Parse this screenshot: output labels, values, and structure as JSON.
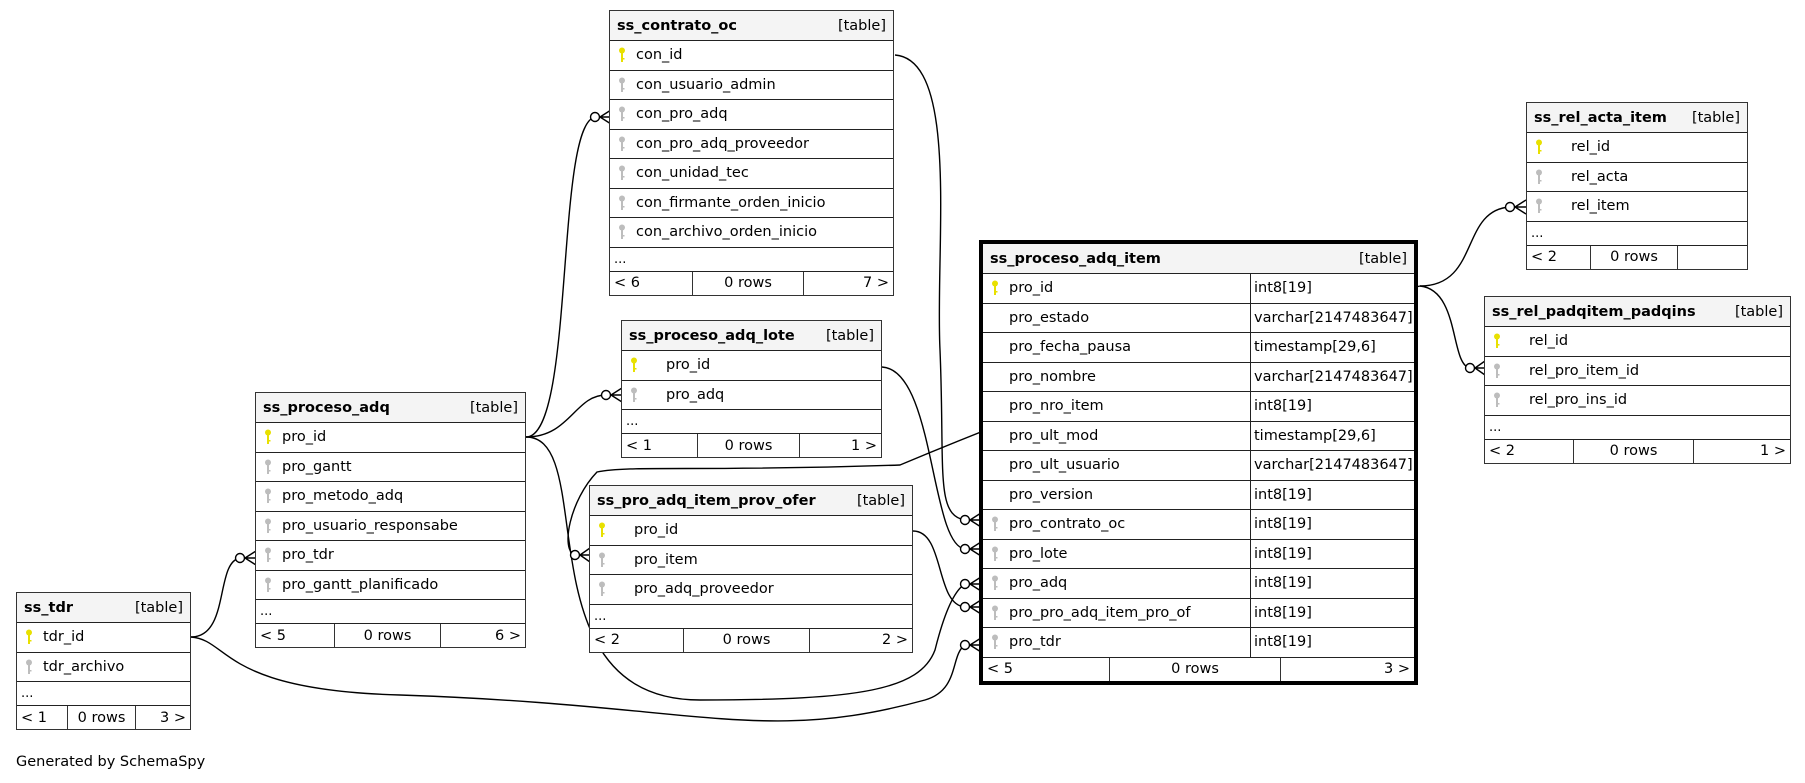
{
  "footer_text": "Generated by SchemaSpy",
  "colors": {
    "primary_key": "#e8e000",
    "foreign_key": "#bdbdbd",
    "header_bg": "#f4f4f4",
    "line": "#000000"
  },
  "tables": {
    "contrato_oc": {
      "name": "ss_contrato_oc",
      "kind": "[table]",
      "columns": [
        {
          "name": "con_id",
          "key": "pk"
        },
        {
          "name": "con_usuario_admin",
          "key": "fk"
        },
        {
          "name": "con_pro_adq",
          "key": "fk"
        },
        {
          "name": "con_pro_adq_proveedor",
          "key": "fk"
        },
        {
          "name": "con_unidad_tec",
          "key": "fk"
        },
        {
          "name": "con_firmante_orden_inicio",
          "key": "fk"
        },
        {
          "name": "con_archivo_orden_inicio",
          "key": "fk"
        }
      ],
      "more": "...",
      "parents": "< 6",
      "rows": "0 rows",
      "children": "7 >"
    },
    "proceso_adq_lote": {
      "name": "ss_proceso_adq_lote",
      "kind": "[table]",
      "columns": [
        {
          "name": "pro_id",
          "key": "pk"
        },
        {
          "name": "pro_adq",
          "key": "fk"
        }
      ],
      "more": "...",
      "parents": "< 1",
      "rows": "0 rows",
      "children": "1 >"
    },
    "proceso_adq": {
      "name": "ss_proceso_adq",
      "kind": "[table]",
      "columns": [
        {
          "name": "pro_id",
          "key": "pk"
        },
        {
          "name": "pro_gantt",
          "key": "fk"
        },
        {
          "name": "pro_metodo_adq",
          "key": "fk"
        },
        {
          "name": "pro_usuario_responsabe",
          "key": "fk"
        },
        {
          "name": "pro_tdr",
          "key": "fk"
        },
        {
          "name": "pro_gantt_planificado",
          "key": "fk"
        }
      ],
      "more": "...",
      "parents": "< 5",
      "rows": "0 rows",
      "children": "6 >"
    },
    "tdr": {
      "name": "ss_tdr",
      "kind": "[table]",
      "columns": [
        {
          "name": "tdr_id",
          "key": "pk"
        },
        {
          "name": "tdr_archivo",
          "key": "fk"
        }
      ],
      "more": "...",
      "parents": "< 1",
      "rows": "0 rows",
      "children": "3 >"
    },
    "pro_adq_item_prov_ofer": {
      "name": "ss_pro_adq_item_prov_ofer",
      "kind": "[table]",
      "columns": [
        {
          "name": "pro_id",
          "key": "pk"
        },
        {
          "name": "pro_item",
          "key": "fk"
        },
        {
          "name": "pro_adq_proveedor",
          "key": "fk"
        }
      ],
      "more": "...",
      "parents": "< 2",
      "rows": "0 rows",
      "children": "2 >"
    },
    "proceso_adq_item": {
      "name": "ss_proceso_adq_item",
      "kind": "[table]",
      "columns": [
        {
          "name": "pro_id",
          "key": "pk",
          "type": "int8[19]"
        },
        {
          "name": "pro_estado",
          "key": "",
          "type": "varchar[2147483647]"
        },
        {
          "name": "pro_fecha_pausa",
          "key": "",
          "type": "timestamp[29,6]"
        },
        {
          "name": "pro_nombre",
          "key": "",
          "type": "varchar[2147483647]"
        },
        {
          "name": "pro_nro_item",
          "key": "",
          "type": "int8[19]"
        },
        {
          "name": "pro_ult_mod",
          "key": "",
          "type": "timestamp[29,6]"
        },
        {
          "name": "pro_ult_usuario",
          "key": "",
          "type": "varchar[2147483647]"
        },
        {
          "name": "pro_version",
          "key": "",
          "type": "int8[19]"
        },
        {
          "name": "pro_contrato_oc",
          "key": "fk",
          "type": "int8[19]"
        },
        {
          "name": "pro_lote",
          "key": "fk",
          "type": "int8[19]"
        },
        {
          "name": "pro_adq",
          "key": "fk",
          "type": "int8[19]"
        },
        {
          "name": "pro_pro_adq_item_pro_of",
          "key": "fk",
          "type": "int8[19]"
        },
        {
          "name": "pro_tdr",
          "key": "fk",
          "type": "int8[19]"
        }
      ],
      "parents": "< 5",
      "rows": "0 rows",
      "children": "3 >"
    },
    "rel_acta_item": {
      "name": "ss_rel_acta_item",
      "kind": "[table]",
      "columns": [
        {
          "name": "rel_id",
          "key": "pk"
        },
        {
          "name": "rel_acta",
          "key": "fk"
        },
        {
          "name": "rel_item",
          "key": "fk"
        }
      ],
      "more": "...",
      "parents": "< 2",
      "rows": "0 rows",
      "children": ""
    },
    "rel_padqitem_padqins": {
      "name": "ss_rel_padqitem_padqins",
      "kind": "[table]",
      "columns": [
        {
          "name": "rel_id",
          "key": "pk"
        },
        {
          "name": "rel_pro_item_id",
          "key": "fk"
        },
        {
          "name": "rel_pro_ins_id",
          "key": "fk"
        }
      ],
      "more": "...",
      "parents": "< 2",
      "rows": "0 rows",
      "children": "1 >"
    }
  }
}
